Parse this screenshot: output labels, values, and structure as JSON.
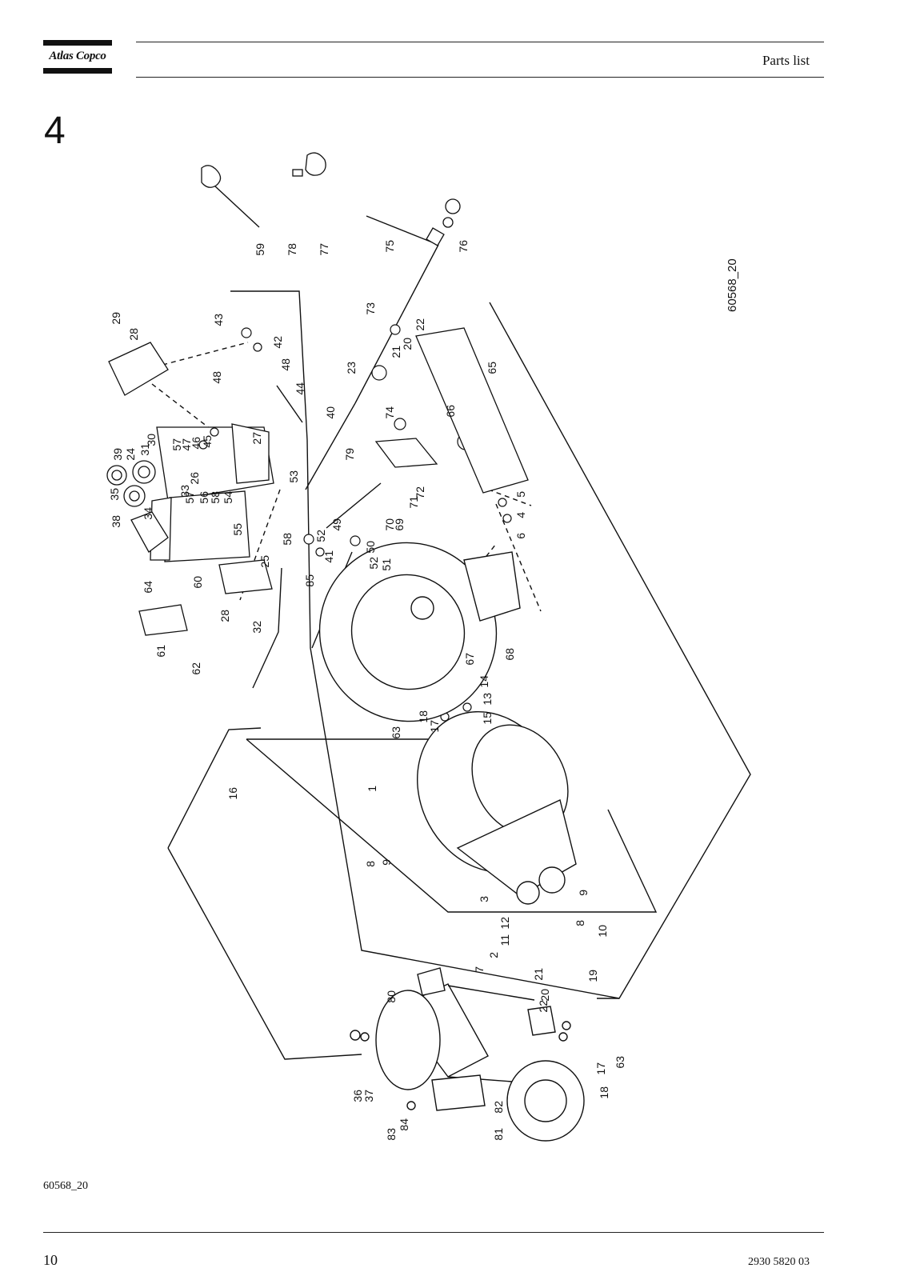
{
  "header": {
    "brand": "Atlas Copco",
    "title": "Parts list"
  },
  "section": {
    "number": "4"
  },
  "figure": {
    "id_rotated": "60568_20",
    "callouts": [
      "59",
      "78",
      "77",
      "75",
      "76",
      "29",
      "28",
      "43",
      "42",
      "48",
      "44",
      "73",
      "22",
      "20",
      "21",
      "23",
      "65",
      "40",
      "74",
      "66",
      "39",
      "24",
      "31",
      "30",
      "57",
      "47",
      "46",
      "45",
      "48",
      "26",
      "27",
      "53",
      "35",
      "38",
      "34",
      "33",
      "57",
      "56",
      "58",
      "54",
      "55",
      "79",
      "72",
      "71",
      "70",
      "69",
      "5",
      "4",
      "6",
      "64",
      "60",
      "25",
      "58",
      "52",
      "49",
      "85",
      "41",
      "50",
      "52",
      "51",
      "28",
      "32",
      "61",
      "62",
      "67",
      "68",
      "14",
      "13",
      "15",
      "18",
      "17",
      "63",
      "16",
      "1",
      "8",
      "9",
      "3",
      "2",
      "11",
      "12",
      "9",
      "8",
      "10",
      "7",
      "21",
      "19",
      "20",
      "22",
      "80",
      "36",
      "37",
      "83",
      "84",
      "82",
      "81",
      "63",
      "17",
      "18"
    ]
  },
  "footer": {
    "figure_label": "60568_20",
    "page_number": "10",
    "doc_number": "2930 5820 03"
  }
}
